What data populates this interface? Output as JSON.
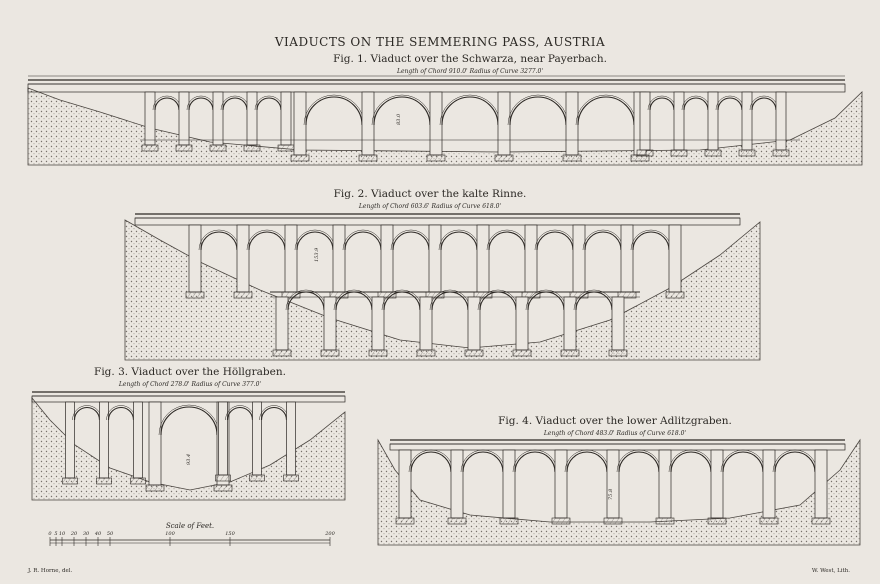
{
  "plate": {
    "title": "VIADUCTS ON THE SEMMERING PASS, AUSTRIA",
    "credit_left": "J. R. Horne, del.",
    "credit_right": "W. West, Lith."
  },
  "figures": [
    {
      "caption": "Fig. 1. Viaduct over the Schwarza, near Payerbach.",
      "dims": "Length of Chord 910.0'   Radius of Curve 3277.0'",
      "height_label": "83.0"
    },
    {
      "caption": "Fig. 2. Viaduct over the kalte Rinne.",
      "dims": "Length of Chord 603.6'   Radius of Curve 618.0'",
      "height_label": "153.9"
    },
    {
      "caption": "Fig. 3. Viaduct over the Höllgraben.",
      "dims": "Length of Chord 278.0'   Radius of Curve 377.0'",
      "height_label": "93.4"
    },
    {
      "caption": "Fig. 4. Viaduct over the lower Adlitzgraben.",
      "dims": "Length of Chord 483.0'   Radius of Curve 618.0'",
      "height_label": "75.8"
    }
  ],
  "scale": {
    "label": "Scale of Feet.",
    "ticks": [
      "0",
      "5",
      "10",
      "20",
      "30",
      "40",
      "50",
      "100",
      "150",
      "200"
    ]
  }
}
